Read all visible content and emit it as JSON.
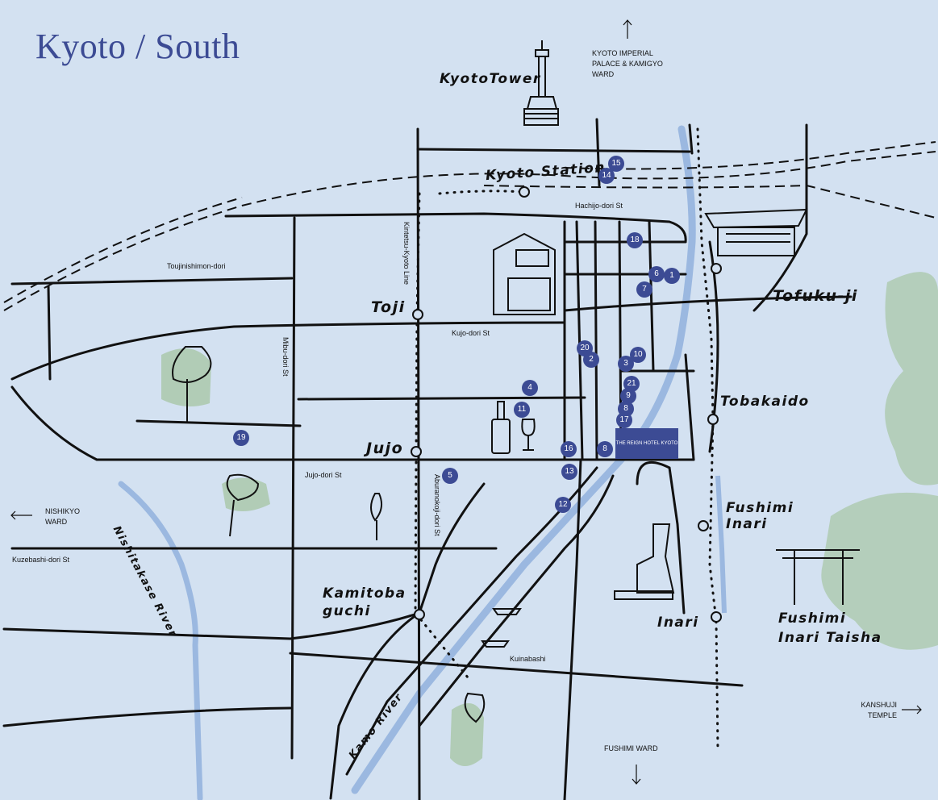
{
  "title": "Kyoto / South",
  "landmarks": {
    "kyoto_tower": "KyotoTower",
    "kyoto_station": "Kyoto Station",
    "toji": "Toji",
    "jujo": "Jujo",
    "tofukuji": "Tofuku-ji",
    "tobakaido": "Tobakaido",
    "fushimi_inari": "Fushimi Inari",
    "inari": "Inari",
    "fushimi_inari_taisha": "Fushimi Inari Taisha",
    "kamitoba_guchi": "Kamitoba guchi",
    "nishitakase_river": "Nishitakase River",
    "kamo_river": "Kamo River"
  },
  "streets": {
    "hachijo": "Hachijo-dori St",
    "toujinishimon": "Toujinishimon-dori",
    "kujo": "Kujo-dori St",
    "jujo_st": "Jujo-dori St",
    "kuzebashi": "Kuzebashi-dori St",
    "kuinabashi": "Kuinabashi",
    "mibu": "Mibu-dori St",
    "kintetsu": "Kintetsu-Kyoto Line",
    "aburanokoji": "Aburanokoji-dori St"
  },
  "edges": {
    "north": "KYOTO IMPERIAL PALACE & KAMIGYO WARD",
    "west": "NISHIKYO WARD",
    "south": "FUSHIMI WARD",
    "east": "KANSHUJI TEMPLE"
  },
  "hotel": {
    "name": "THE REIGN HOTEL KYOTO",
    "color": "#3c4b94"
  },
  "pins": [
    "15",
    "14",
    "18",
    "6",
    "1",
    "7",
    "20",
    "2",
    "10",
    "3",
    "21",
    "9",
    "8",
    "17",
    "4",
    "11",
    "16",
    "8",
    "13",
    "5",
    "12",
    "19"
  ],
  "colors": {
    "background": "#d3e1f1",
    "accent": "#3c4b94",
    "river": "#9bb8e0",
    "green": "#a9c7a8"
  }
}
